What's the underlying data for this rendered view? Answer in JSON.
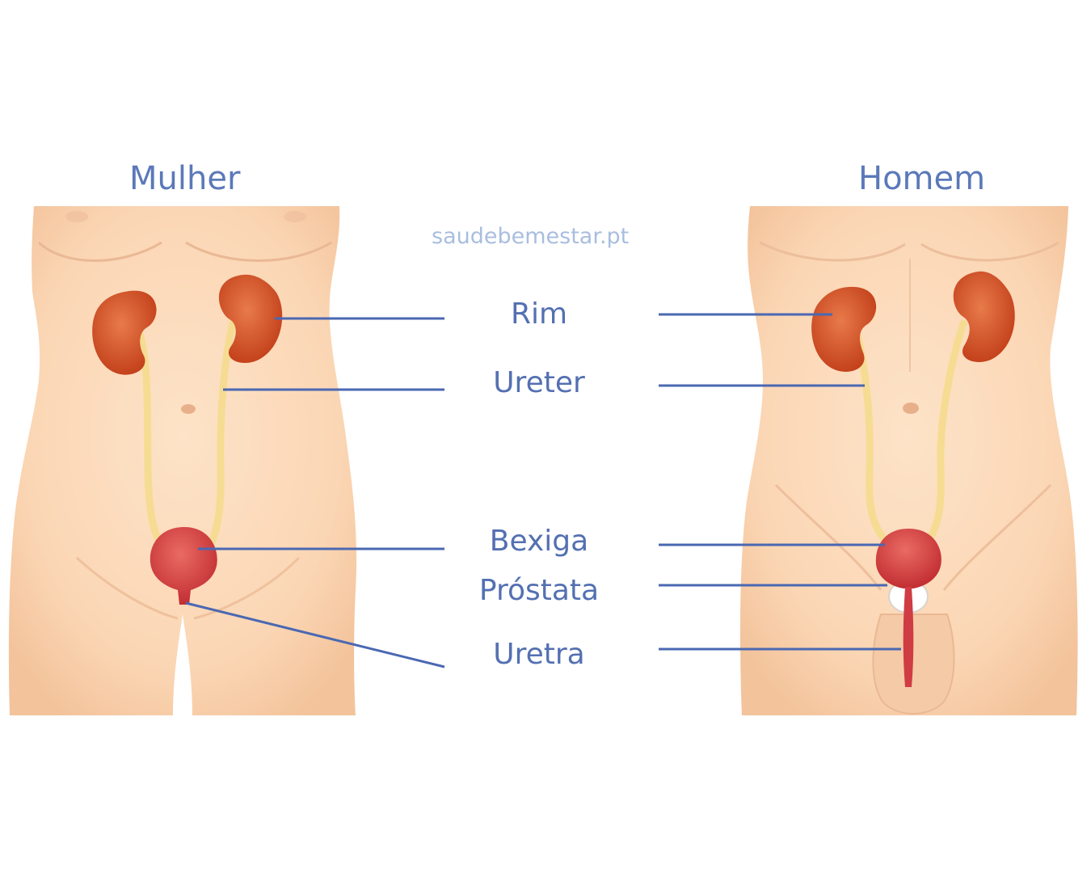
{
  "titles": {
    "female": "Mulher",
    "male": "Homem"
  },
  "watermark": "saudebemestar.pt",
  "labels": {
    "kidney": "Rim",
    "ureter": "Ureter",
    "bladder": "Bexiga",
    "prostate": "Próstata",
    "urethra": "Uretra"
  },
  "colors": {
    "skin": "#fbd6b4",
    "skin_shadow": "#f0bd93",
    "kidney": "#d2542a",
    "ureter": "#f6dc93",
    "bladder": "#d43d3e",
    "leader_line": "#4a68b2",
    "label_text": "#5470b2"
  }
}
